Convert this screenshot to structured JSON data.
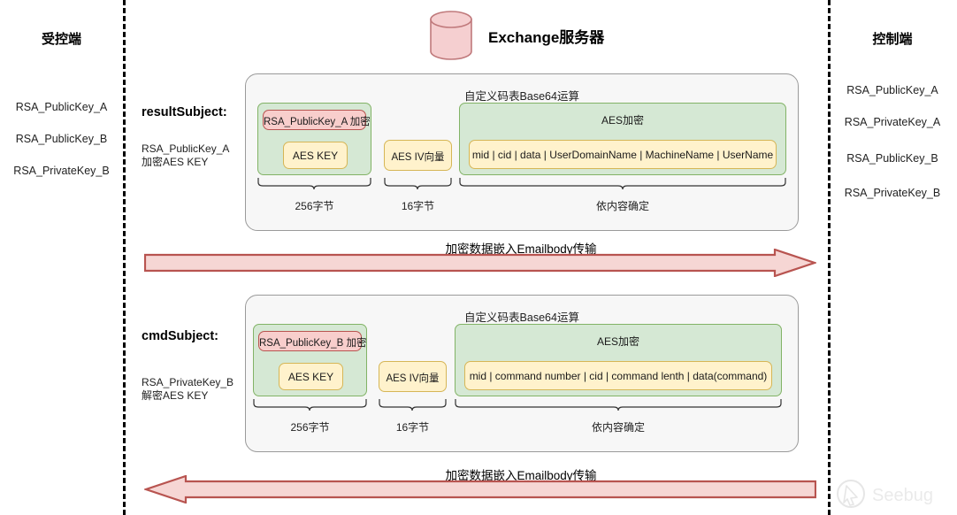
{
  "left_column": {
    "title": "受控端",
    "keys": [
      "RSA_PublicKey_A",
      "RSA_PublicKey_B",
      "RSA_PrivateKey_B"
    ]
  },
  "right_column": {
    "title": "控制端",
    "keys": [
      "RSA_PublicKey_A",
      "RSA_PrivateKey_A",
      "RSA_PublicKey_B",
      "RSA_PrivateKey_B"
    ]
  },
  "server": {
    "label": "Exchange服务器",
    "icon": "database-cylinder-icon",
    "icon_fill": "#f5cfd0",
    "icon_stroke": "#c07a7c"
  },
  "colors": {
    "green_fill": "#d5e8d4",
    "green_stroke": "#82b366",
    "red_fill": "#f8cecc",
    "red_stroke": "#b85450",
    "yellow_fill": "#fff2cc",
    "yellow_stroke": "#d6b656",
    "panel_fill": "#f7f7f7",
    "panel_stroke": "#9a9a9a",
    "arrow_fill": "#f6d6d4",
    "arrow_stroke": "#b85450"
  },
  "result_block": {
    "subject_title": "resultSubject:",
    "subject_note": "RSA_PublicKey_A\n加密AES KEY",
    "panel_caption": "自定义码表Base64运算",
    "rsa_box_label": "RSA_PublicKey_A 加密",
    "aes_key_label": "AES KEY",
    "iv_label": "AES IV向量",
    "aes_group_label": "AES加密",
    "payload_label": "mid | cid | data | UserDomainName | MachineName | UserName",
    "size_rsa": "256字节",
    "size_iv": "16字节",
    "size_payload": "依内容确定"
  },
  "cmd_block": {
    "subject_title": "cmdSubject:",
    "subject_note": "RSA_PrivateKey_B\n解密AES KEY",
    "panel_caption": "自定义码表Base64运算",
    "rsa_box_label": "RSA_PublicKey_B 加密",
    "aes_key_label": "AES KEY",
    "iv_label": "AES IV向量",
    "aes_group_label": "AES加密",
    "payload_label": "mid | command number | cid | command lenth | data(command)",
    "size_rsa": "256字节",
    "size_iv": "16字节",
    "size_payload": "依内容确定"
  },
  "arrows": {
    "top": {
      "caption": "加密数据嵌入Emailbody传输",
      "direction": "right"
    },
    "bottom": {
      "caption": "加密数据嵌入Emailbody传输",
      "direction": "left"
    }
  },
  "watermark": {
    "text": "Seebug",
    "icon": "seebug-logo-icon"
  }
}
